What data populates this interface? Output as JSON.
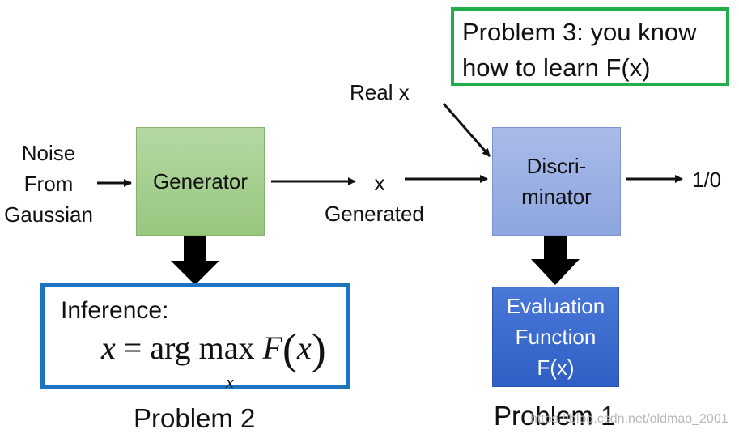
{
  "noise_label": [
    "Noise",
    "From",
    "Gaussian"
  ],
  "generator_label": "Generator",
  "generated_x": "x",
  "generated_label": "Generated",
  "real_x_label": "Real x",
  "discriminator_label": [
    "Discri-",
    "minator"
  ],
  "output_label": "1/0",
  "evaluation_label": [
    "Evaluation",
    "Function",
    "F(x)"
  ],
  "problem3_box": [
    "Problem 3: you know",
    "how to learn F(x)"
  ],
  "inference_label": "Inference:",
  "formula": {
    "lhs": "x",
    "eq": "=",
    "op": "arg max",
    "sub": "x",
    "func": "F",
    "arg": "x"
  },
  "problem2_label": "Problem 2",
  "problem1_label": "Problem 1",
  "watermark": "https://blog.csdn.net/oldmao_2001",
  "colors": {
    "generator": "#9fcd88",
    "discriminator": "#97ade3",
    "evaluation": "#3a69cf",
    "problem3_border": "#1fae4a",
    "inference_border": "#1d74c2"
  }
}
